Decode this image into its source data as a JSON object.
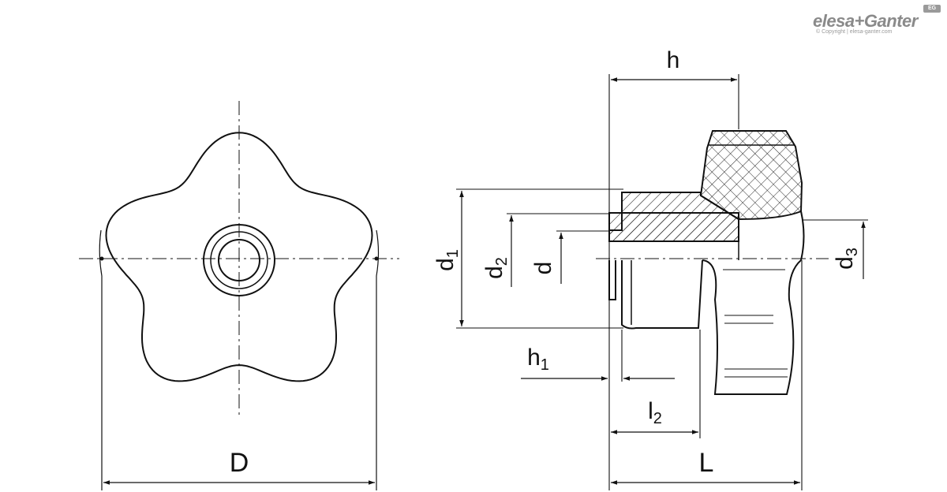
{
  "brand": {
    "name": "elesa+Ganter",
    "badge": "EG",
    "copyright": "© Copyright | elesa-ganter.com"
  },
  "dimensions": {
    "D": "D",
    "L": "L",
    "h": "h",
    "h1_main": "h",
    "h1_sub": "1",
    "l2_main": "l",
    "l2_sub": "2",
    "d": "d",
    "d1_main": "d",
    "d1_sub": "1",
    "d2_main": "d",
    "d2_sub": "2",
    "d3_main": "d",
    "d3_sub": "3"
  }
}
